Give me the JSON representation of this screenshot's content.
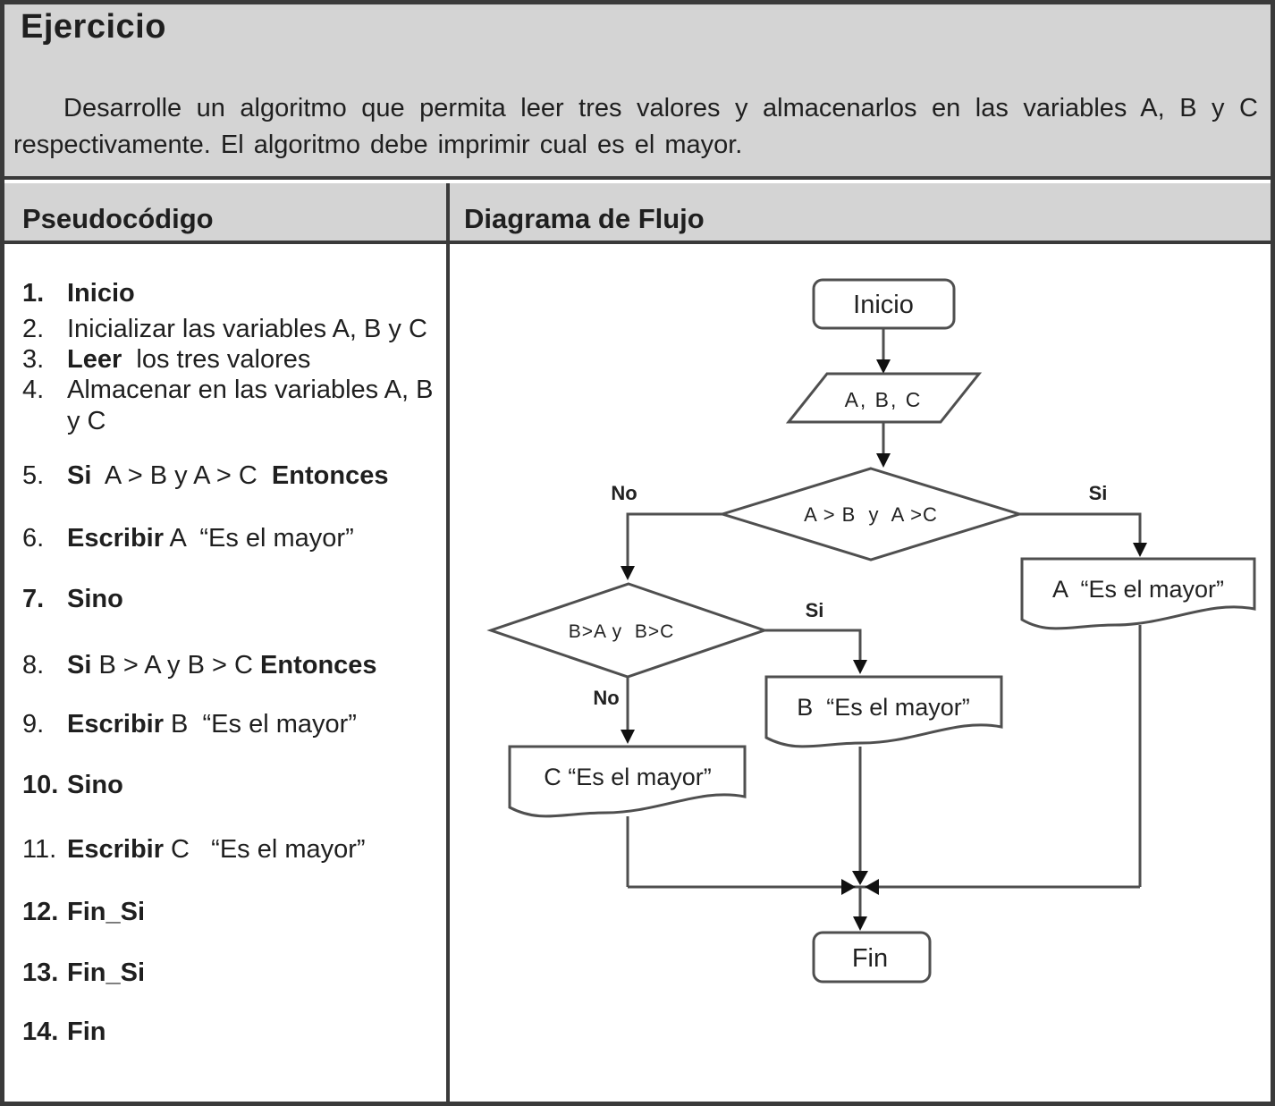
{
  "exercise": {
    "title": "Ejercicio",
    "description": "Desarrolle un algoritmo que permita leer tres valores y almacenarlos en las variables A, B y C respectivamente. El algoritmo debe imprimir cual es el mayor."
  },
  "columns": {
    "left_header": "Pseudocódigo",
    "right_header": "Diagrama de Flujo"
  },
  "pseudocode": {
    "items": [
      {
        "num": "1.",
        "num_bold": true,
        "segments": [
          {
            "t": "Inicio",
            "b": true
          }
        ]
      },
      {
        "num": "2.",
        "num_bold": false,
        "segments": [
          {
            "t": "Inicializar las variables A, B y C",
            "b": false
          }
        ]
      },
      {
        "num": "3.",
        "num_bold": false,
        "segments": [
          {
            "t": "Leer",
            "b": true
          },
          {
            "t": "  los tres valores",
            "b": false
          }
        ]
      },
      {
        "num": "4.",
        "num_bold": false,
        "segments": [
          {
            "t": "Almacenar en las variables A, B y C",
            "b": false
          }
        ]
      },
      {
        "num": "5.",
        "num_bold": false,
        "segments": [
          {
            "t": "Si",
            "b": true
          },
          {
            "t": "  A > B y A > C  ",
            "b": false
          },
          {
            "t": "Entonces",
            "b": true
          }
        ]
      },
      {
        "num": "6.",
        "num_bold": false,
        "segments": [
          {
            "t": "Escribir",
            "b": true
          },
          {
            "t": " A  “Es el mayor”",
            "b": false
          }
        ]
      },
      {
        "num": "7.",
        "num_bold": true,
        "segments": [
          {
            "t": "Sino",
            "b": true
          }
        ]
      },
      {
        "num": "8.",
        "num_bold": false,
        "segments": [
          {
            "t": "Si",
            "b": true
          },
          {
            "t": " B > A y B > C ",
            "b": false
          },
          {
            "t": "Entonces",
            "b": true
          }
        ]
      },
      {
        "num": "9.",
        "num_bold": false,
        "segments": [
          {
            "t": "Escribir",
            "b": true
          },
          {
            "t": " B  “Es el mayor”",
            "b": false
          }
        ]
      },
      {
        "num": "10.",
        "num_bold": true,
        "segments": [
          {
            "t": "Sino",
            "b": true
          }
        ]
      },
      {
        "num": "11.",
        "num_bold": false,
        "segments": [
          {
            "t": "Escribir",
            "b": true
          },
          {
            "t": " C   “Es el mayor”",
            "b": false
          }
        ]
      },
      {
        "num": "12.",
        "num_bold": true,
        "segments": [
          {
            "t": "Fin_Si",
            "b": true
          }
        ]
      },
      {
        "num": "13.",
        "num_bold": true,
        "segments": [
          {
            "t": "Fin_Si",
            "b": true
          }
        ]
      },
      {
        "num": "14.",
        "num_bold": true,
        "segments": [
          {
            "t": "Fin",
            "b": true
          }
        ]
      }
    ]
  },
  "flowchart": {
    "nodes": {
      "start": {
        "type": "terminator",
        "label": "Inicio"
      },
      "input": {
        "type": "io-parallelogram",
        "label": "A, B, C"
      },
      "decision1": {
        "type": "decision",
        "label": "A > B  y  A >C"
      },
      "decision2": {
        "type": "decision",
        "label": "B>A y  B>C"
      },
      "output_a": {
        "type": "display-document",
        "label": "A  “Es el mayor”"
      },
      "output_b": {
        "type": "display-document",
        "label": "B  “Es el mayor”"
      },
      "output_c": {
        "type": "display-document",
        "label": "C “Es el mayor”"
      },
      "end": {
        "type": "terminator",
        "label": "Fin"
      }
    },
    "branch_labels": {
      "decision1_no": "No",
      "decision1_si": "Si",
      "decision2_si": "Si",
      "decision2_no": "No"
    }
  },
  "colors": {
    "bg-gray": "#d4d4d4",
    "border-dark": "#3a3a3a",
    "line": "#4f4f4f",
    "arrow": "#111111",
    "ink": "#1f1f1f"
  }
}
